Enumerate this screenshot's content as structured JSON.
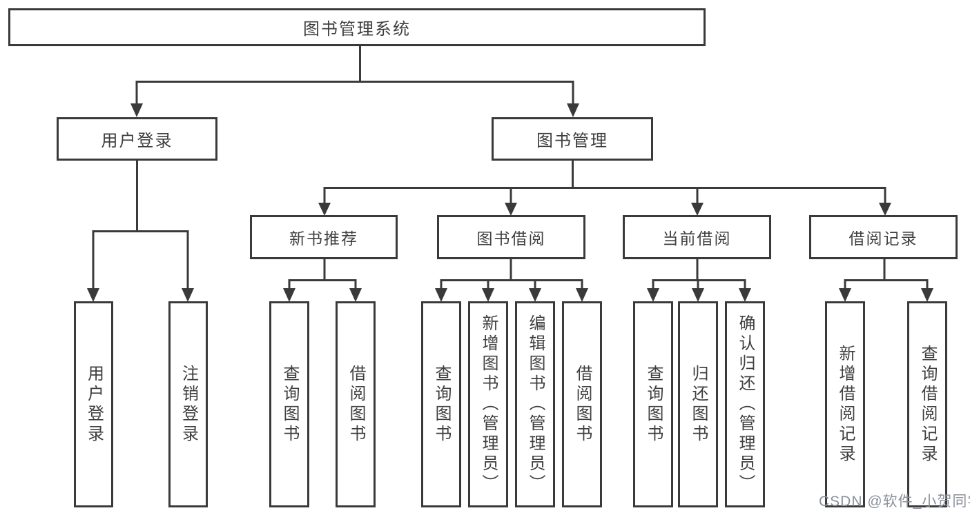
{
  "diagram": {
    "root": {
      "label": "图书管理系统"
    },
    "level2": [
      {
        "label": "用户登录"
      },
      {
        "label": "图书管理"
      }
    ],
    "level3": [
      {
        "label": "新书推荐"
      },
      {
        "label": "图书借阅"
      },
      {
        "label": "当前借阅"
      },
      {
        "label": "借阅记录"
      }
    ],
    "leaves": {
      "user": [
        "用户登录",
        "注销登录"
      ],
      "recommend": [
        "查询图书",
        "借阅图书"
      ],
      "borrow": [
        "查询图书",
        "新增图书（管理员）",
        "编辑图书（管理员）",
        "借阅图书"
      ],
      "current": [
        "查询图书",
        "归还图书",
        "确认归还（管理员）"
      ],
      "records": [
        "新增借阅记录",
        "查询借阅记录"
      ]
    },
    "watermark": "CSDN @软件_小贺同学",
    "colors": {
      "line": "#3a3a3a",
      "box_background": "#ffffff",
      "text": "#3f3f3f",
      "watermark": "#8b909b"
    }
  }
}
